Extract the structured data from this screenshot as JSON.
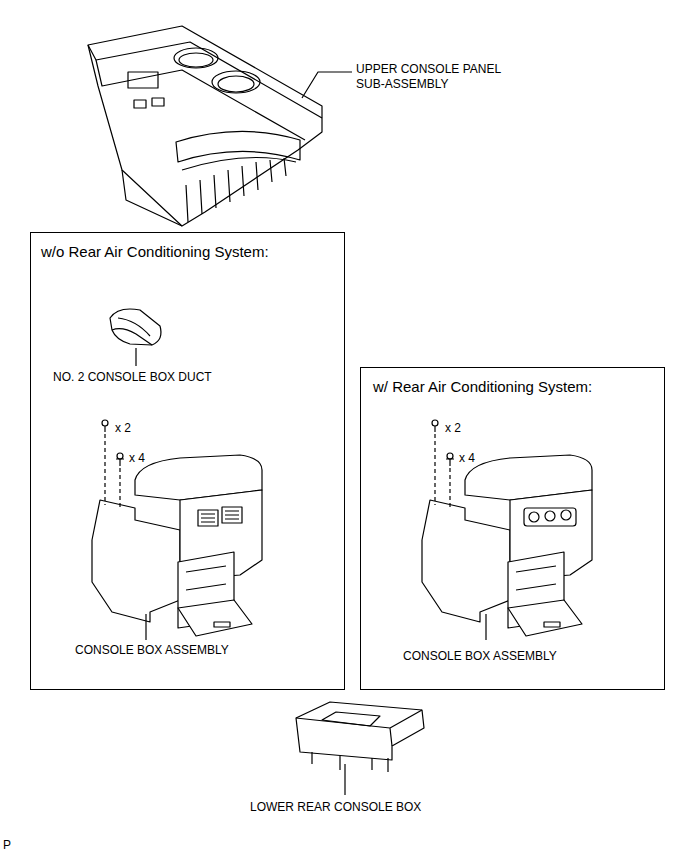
{
  "diagram": {
    "nodes": [
      {
        "text": [
          "w/o Rear Air Conditioning System:",
          "NO. 2 CONSOLE BOX DUCT",
          "x 2",
          "x 4",
          "CONSOLE BOX ASSEMBLY"
        ]
      },
      {
        "text": [
          "w/ Rear Air Conditioning System:",
          "x 2",
          "x 4",
          "CONSOLE BOX ASSEMBLY"
        ]
      }
    ],
    "labels": [
      "UPPER CONSOLE PANEL SUB-ASSEMBLY",
      "LOWER REAR CONSOLE BOX",
      "P"
    ]
  }
}
